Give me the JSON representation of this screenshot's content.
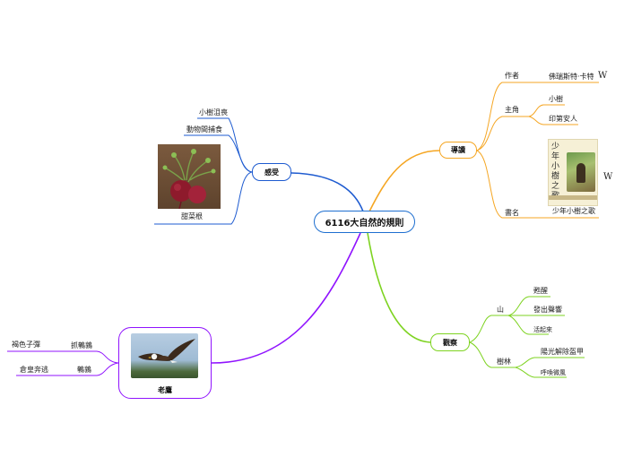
{
  "central": {
    "label": "6116大自然的規則"
  },
  "branches": {
    "daodu": {
      "label": "導讀",
      "color": "#f5a623",
      "author": {
        "label": "作者",
        "value": "佛瑞斯特·卡特",
        "icon": "wikipedia-icon",
        "icon_glyph": "W"
      },
      "protagonist": {
        "label": "主角",
        "items": [
          "小樹",
          "印第安人"
        ]
      },
      "book": {
        "label": "書名",
        "value": "少年小樹之歌",
        "cover_title": "少年小樹之歌",
        "icon_glyph": "W"
      }
    },
    "guancha": {
      "label": "觀察",
      "color": "#7ed321",
      "mountain": {
        "label": "山",
        "items": [
          "甦醒",
          "發出聲響",
          "活起來"
        ]
      },
      "forest": {
        "label": "樹林",
        "items": [
          "陽光解除盔甲",
          "呼喚微風"
        ]
      }
    },
    "laoying": {
      "label": "老鷹",
      "color": "#9013fe",
      "items": [
        {
          "label": "抓鵪鶉",
          "sub": "褐色子彈"
        },
        {
          "label": "鵪鶉",
          "sub": "倉皇奔逃"
        }
      ]
    },
    "ganshou": {
      "label": "感受",
      "color": "#1e5bd0",
      "items": [
        "小樹沮喪",
        "動物間捕食"
      ],
      "image_caption": "甜菜根"
    }
  }
}
